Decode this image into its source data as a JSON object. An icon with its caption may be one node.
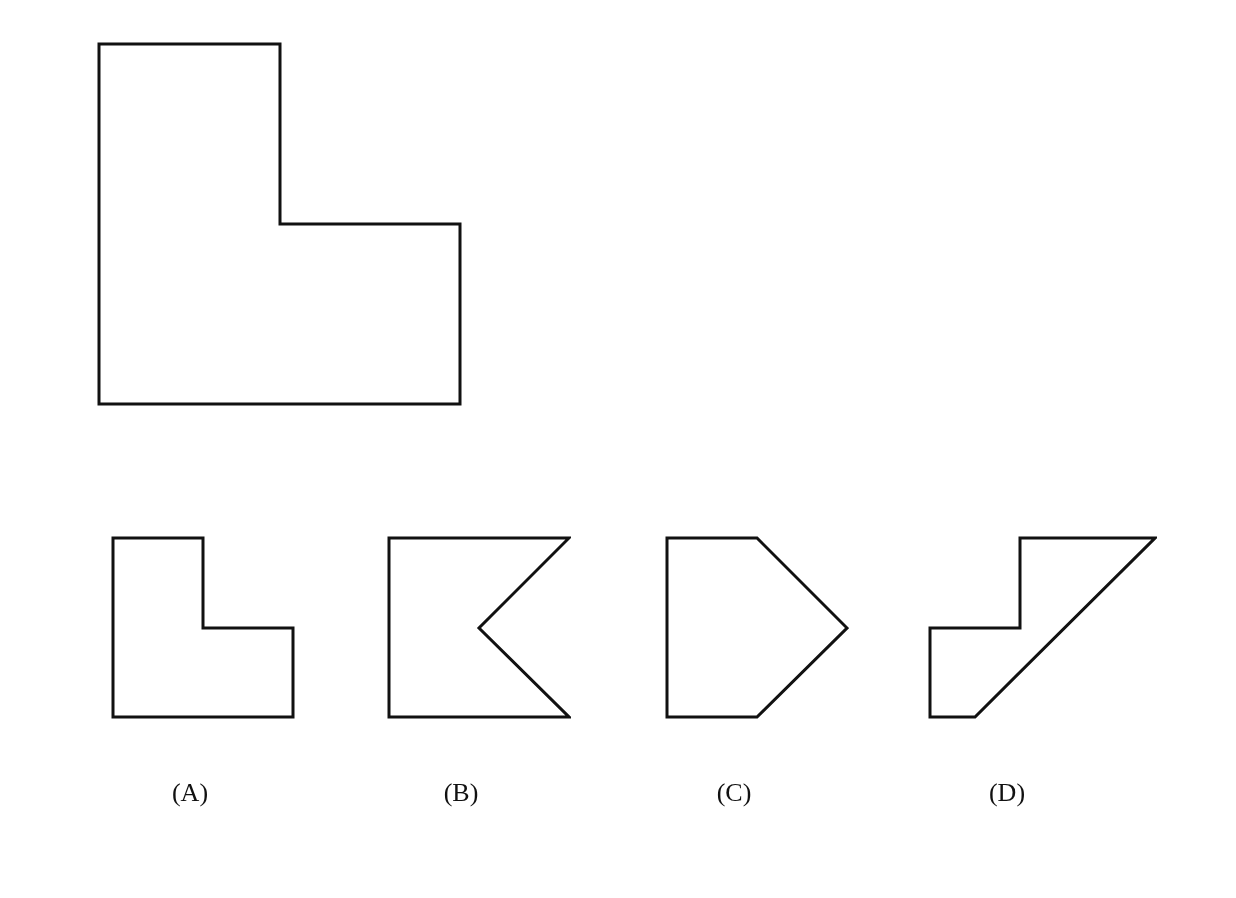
{
  "diagram": {
    "nodes": [
      {
        "text": [],
        "shape": "polygon"
      },
      {
        "text": [],
        "shape": "polygon",
        "beside": [
          "(A)"
        ]
      },
      {
        "text": [],
        "shape": "polygon",
        "beside": [
          "(B)"
        ]
      },
      {
        "text": [],
        "shape": "polygon",
        "beside": [
          "(C)"
        ]
      },
      {
        "text": [],
        "shape": "polygon",
        "beside": [
          "(D)"
        ]
      }
    ]
  }
}
